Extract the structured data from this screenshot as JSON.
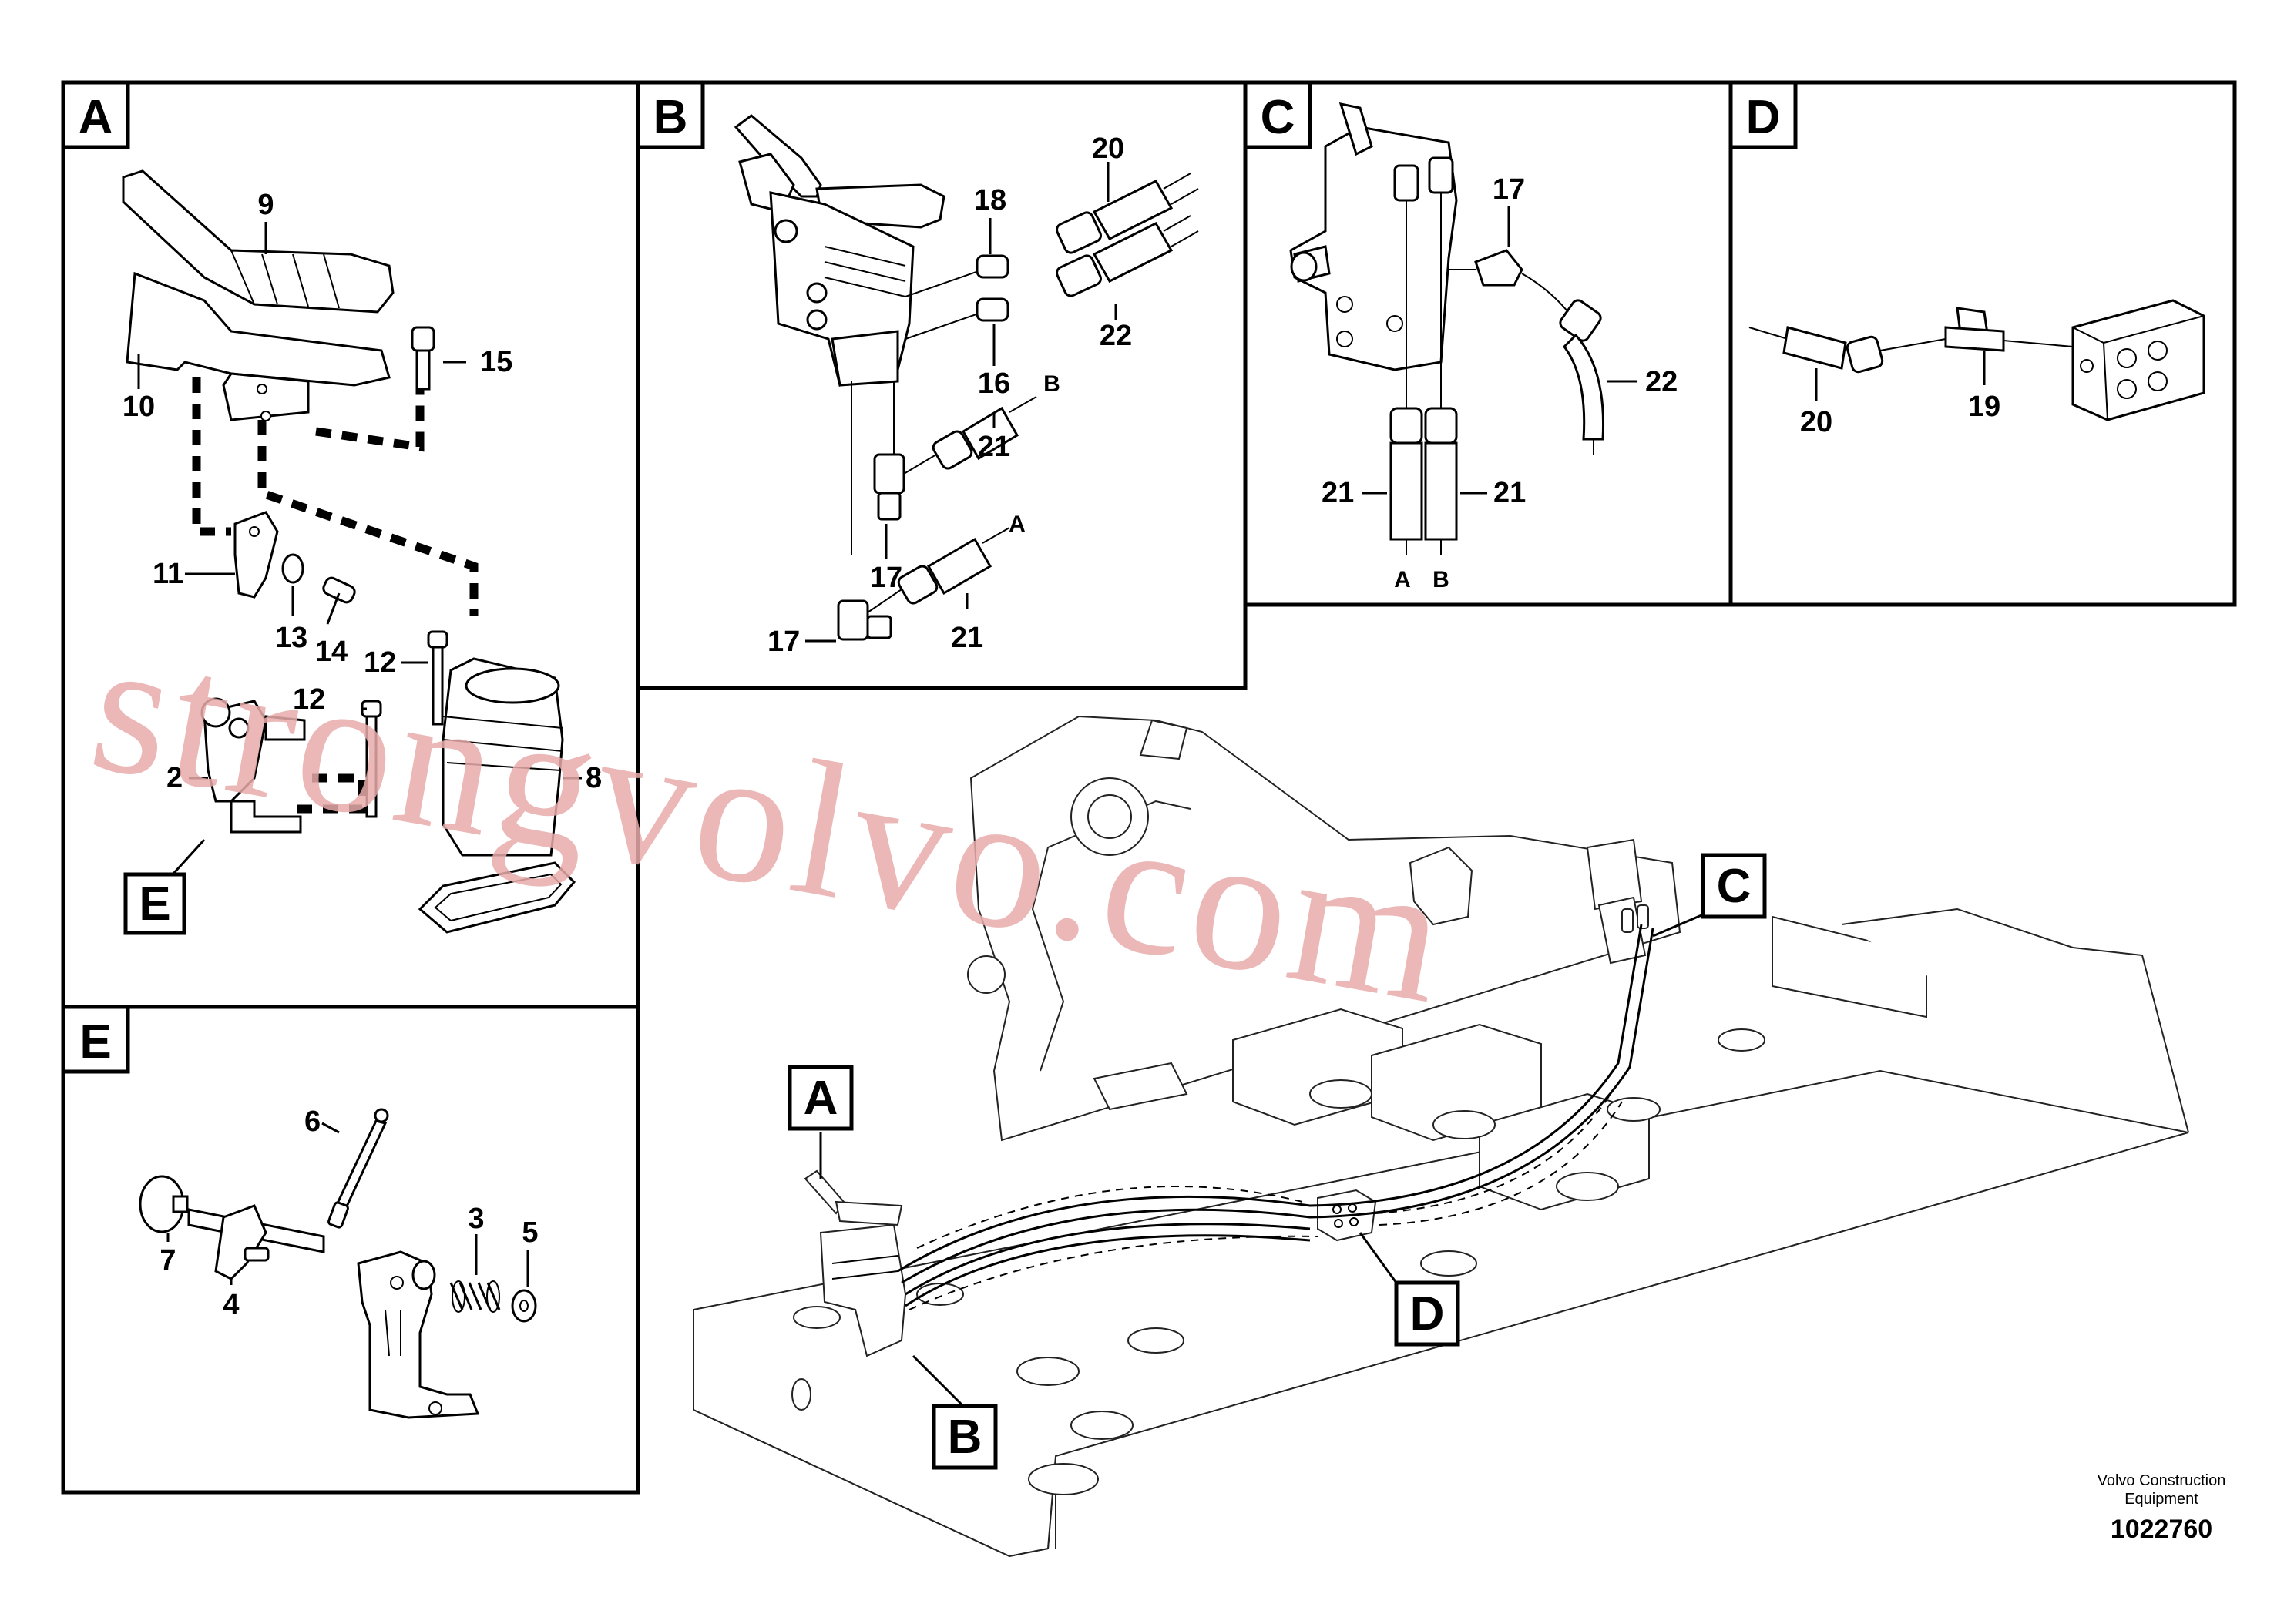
{
  "panels": {
    "A": {
      "letter": "A",
      "labels": {
        "p9": "9",
        "p15": "15",
        "p10": "10",
        "p11": "11",
        "p13": "13",
        "p14": "14",
        "p12a": "12",
        "p12b": "12",
        "p2": "2",
        "p8": "8"
      },
      "ref_E": "E"
    },
    "B": {
      "letter": "B",
      "labels": {
        "p20": "20",
        "p18": "18",
        "p22": "22",
        "p16": "16",
        "pB": "B",
        "p21a": "21",
        "pA": "A",
        "p17a": "17",
        "p21b": "21",
        "p17b": "17"
      }
    },
    "C": {
      "letter": "C",
      "labels": {
        "p17": "17",
        "p22": "22",
        "p21a": "21",
        "p21b": "21",
        "pA": "A",
        "pB": "B"
      }
    },
    "D": {
      "letter": "D",
      "labels": {
        "p20": "20",
        "p19": "19"
      }
    },
    "E": {
      "letter": "E",
      "labels": {
        "p6": "6",
        "p3": "3",
        "p5": "5",
        "p7": "7",
        "p4": "4"
      }
    }
  },
  "overview": {
    "callouts": {
      "A": "A",
      "B": "B",
      "C": "C",
      "D": "D"
    }
  },
  "watermark": "strongvolvo.com",
  "footer": {
    "company_line1": "Volvo Construction",
    "company_line2": "Equipment",
    "doc_number": "1022760"
  },
  "colors": {
    "watermark": "#e8aaaa",
    "ink": "#000000"
  }
}
